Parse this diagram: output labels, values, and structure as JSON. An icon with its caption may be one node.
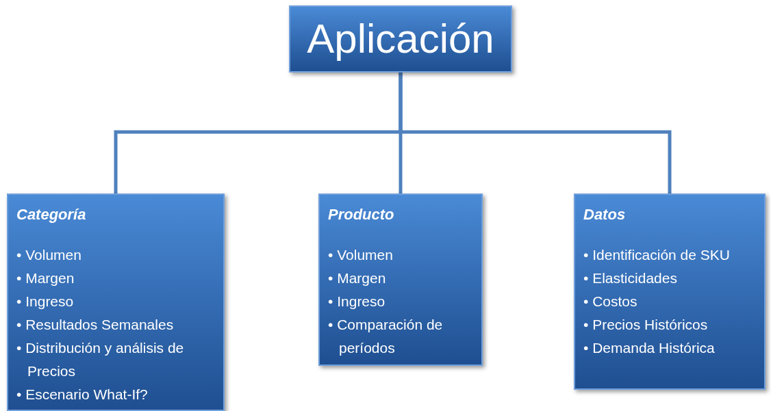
{
  "diagram": {
    "nodes": [
      {
        "text": [
          "Aplicación"
        ]
      },
      {
        "text": [
          "Categoría",
          "• Volumen",
          "• Margen",
          "• Ingreso",
          "• Resultados Semanales",
          "• Distribución y análisis de Precios",
          "• Escenario What-If?"
        ]
      },
      {
        "text": [
          "Producto",
          "• Volumen",
          "• Margen",
          "• Ingreso",
          "• Comparación de períodos"
        ]
      },
      {
        "text": [
          "Datos",
          "• Identificación de SKU",
          "• Elasticidades",
          "• Costos",
          "• Precios Históricos",
          "• Demanda Histórica"
        ]
      }
    ],
    "edges": [
      {
        "from": 0,
        "to": 1,
        "arrow": "none"
      },
      {
        "from": 0,
        "to": 2,
        "arrow": "none"
      },
      {
        "from": 0,
        "to": 3,
        "arrow": "none"
      }
    ]
  }
}
